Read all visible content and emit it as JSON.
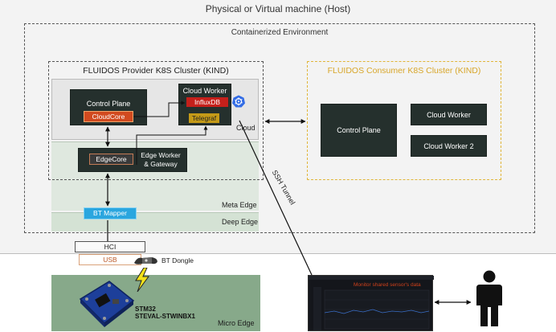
{
  "host": {
    "title": "Physical or Virtual machine (Host)"
  },
  "containerized": {
    "title": "Containerized Environment"
  },
  "provider": {
    "title": "FLUIDOS Provider K8S Cluster (KIND)",
    "control_plane": "Control Plane",
    "cloudcore": "CloudCore",
    "cloud_worker": "Cloud Worker",
    "influxdb": "InfluxDB",
    "telegraf": "Telegraf",
    "cloud_layer": "Cloud",
    "edgecore": "EdgeCore",
    "edge_worker_line1": "Edge Worker",
    "edge_worker_line2": "& Gateway",
    "meta_edge": "Meta Edge",
    "bt_mapper": "BT Mapper",
    "deep_edge": "Deep Edge"
  },
  "consumer": {
    "title": "FLUIDOS Consumer K8S Cluster (KIND)",
    "control_plane": "Control Plane",
    "cloud_worker": "Cloud Worker",
    "cloud_worker_2": "Cloud Worker 2"
  },
  "devices": {
    "hci": "HCI",
    "usb": "USB",
    "bt_dongle": "BT Dongle",
    "stm_line1": "STM32",
    "stm_line2": "STEVAL-STWINBX1",
    "micro_edge": "Micro Edge"
  },
  "tunnel": {
    "label": "SSH Tunnel"
  },
  "dashboard": {
    "title": "Monitor shared sensor's data"
  },
  "colors": {
    "cloudcore": "#d14a1f",
    "influxdb": "#c5201b",
    "telegraf": "#c49a18",
    "bt_mapper": "#2aa6df",
    "consumer_border": "#e0b53a",
    "kubernetes": "#326ce5"
  },
  "icons": [
    "kubernetes-icon",
    "bluetooth-dongle-icon",
    "lightning-icon",
    "user-icon",
    "sensor-board-icon"
  ]
}
